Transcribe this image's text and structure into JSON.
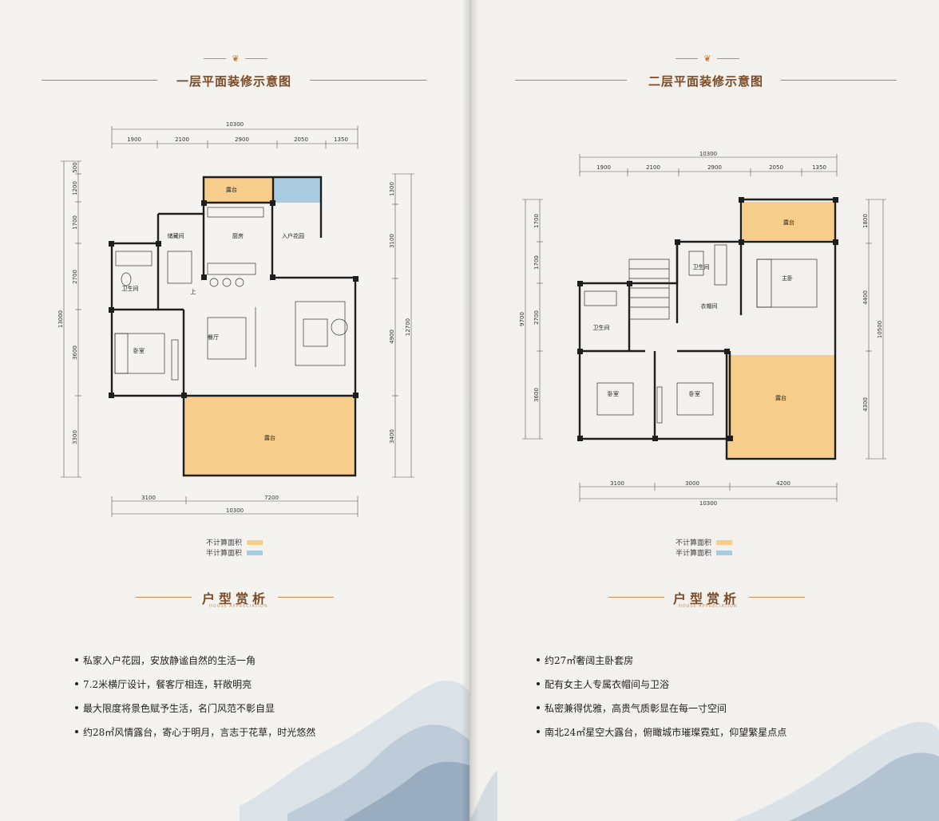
{
  "colors": {
    "not_counted": "#f6cd8a",
    "half_counted": "#a9cbe0",
    "wall": "#1e1e1e",
    "accent": "#7c4a24"
  },
  "left": {
    "title": "一层平面装修示意图",
    "dims_top_total": "10300",
    "dims_top": [
      "1900",
      "2100",
      "2900",
      "2050",
      "1350"
    ],
    "dims_left_total": "13000",
    "dims_left": [
      "500",
      "1200",
      "1700",
      "2700",
      "3600",
      "3300"
    ],
    "dims_right": [
      "1300",
      "3100",
      "4900",
      "3400"
    ],
    "dims_right_total": "12700",
    "dims_bottom": [
      "3100",
      "7200"
    ],
    "dims_bottom_total": "10300",
    "rooms": {
      "terrace_top": "露台",
      "stair_room": "储藏间",
      "kitchen": "厨房",
      "entry_garden": "入户花园",
      "bathroom": "卫生间",
      "bedroom": "卧室",
      "dining": "餐厅",
      "up": "上",
      "terrace_bottom": "露台"
    },
    "legend": {
      "not_counted": "不计算面积",
      "half_counted": "半计算面积"
    },
    "section": {
      "title": "户型赏析",
      "subtitle": "HOUSE APPRECIATION"
    },
    "bullets": [
      "私家入户花园，安放静谧自然的生活一角",
      "7.2米横厅设计，餐客厅相连，轩敞明亮",
      "最大限度将景色赋予生活，名门风范不彰自显",
      "约28㎡风情露台，寄心于明月，言志于花草，时光悠然"
    ]
  },
  "right": {
    "title": "二层平面装修示意图",
    "dims_top_total": "10300",
    "dims_top": [
      "1900",
      "2100",
      "2900",
      "2050",
      "1350"
    ],
    "dims_left_total": "9700",
    "dims_left": [
      "1700",
      "1700",
      "2700",
      "3600"
    ],
    "dims_right": [
      "1800",
      "4400",
      "4300"
    ],
    "dims_right_total": "10500",
    "dims_bottom": [
      "3100",
      "3000",
      "4200"
    ],
    "dims_bottom_total": "10300",
    "rooms": {
      "terrace_top": "露台",
      "bath1": "卫生间",
      "master": "主卧",
      "closet": "衣帽间",
      "bath2": "卫生间",
      "bed1": "卧室",
      "bed2": "卧室",
      "terrace_big": "露台"
    },
    "legend": {
      "not_counted": "不计算面积",
      "half_counted": "半计算面积"
    },
    "section": {
      "title": "户型赏析",
      "subtitle": "HOUSE APPRECIATION"
    },
    "bullets": [
      "约27㎡奢阔主卧套房",
      "配有女主人专属衣帽间与卫浴",
      "私密兼得优雅，高贵气质彰显在每一寸空间",
      "南北24㎡星空大露台，俯瞰城市璀璨霓虹，仰望繁星点点"
    ]
  }
}
